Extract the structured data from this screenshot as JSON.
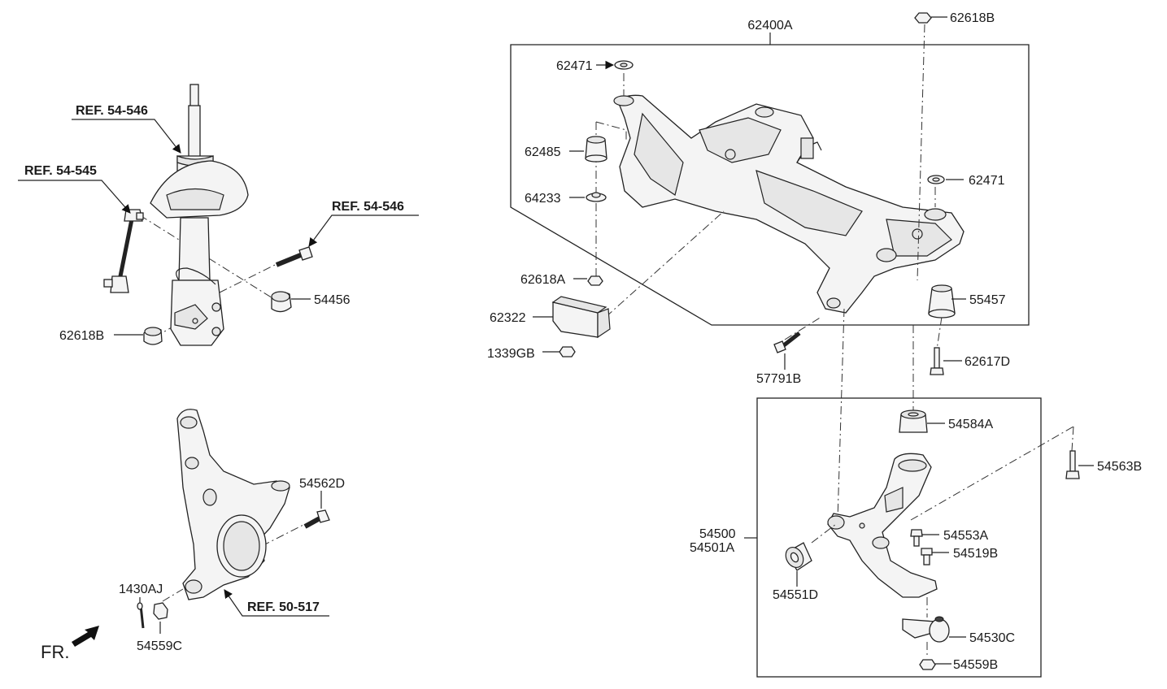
{
  "labels": {
    "l_62400A": "62400A",
    "l_62618B_top": "62618B",
    "l_62471_a": "62471",
    "l_62485": "62485",
    "l_64233": "64233",
    "l_62471_b": "62471",
    "l_62618A": "62618A",
    "l_62322": "62322",
    "l_1339GB": "1339GB",
    "l_55457": "55457",
    "l_62617D": "62617D",
    "l_57791B": "57791B",
    "l_54584A": "54584A",
    "l_54563B": "54563B",
    "l_54500": "54500",
    "l_54501A": "54501A",
    "l_54553A": "54553A",
    "l_54519B": "54519B",
    "l_54551D": "54551D",
    "l_54530C": "54530C",
    "l_54559B": "54559B",
    "l_54456": "54456",
    "l_62618B_left": "62618B",
    "l_54562D": "54562D",
    "l_1430AJ": "1430AJ",
    "l_54559C": "54559C"
  },
  "refs": {
    "r_54546_a": "REF. 54-546",
    "r_54545": "REF. 54-545",
    "r_54546_b": "REF. 54-546",
    "r_50517": "REF. 50-517"
  },
  "direction": {
    "fr": "FR."
  },
  "colors": {
    "line": "#222222",
    "fill": "#f4f4f4",
    "text": "#1a1a1a"
  }
}
